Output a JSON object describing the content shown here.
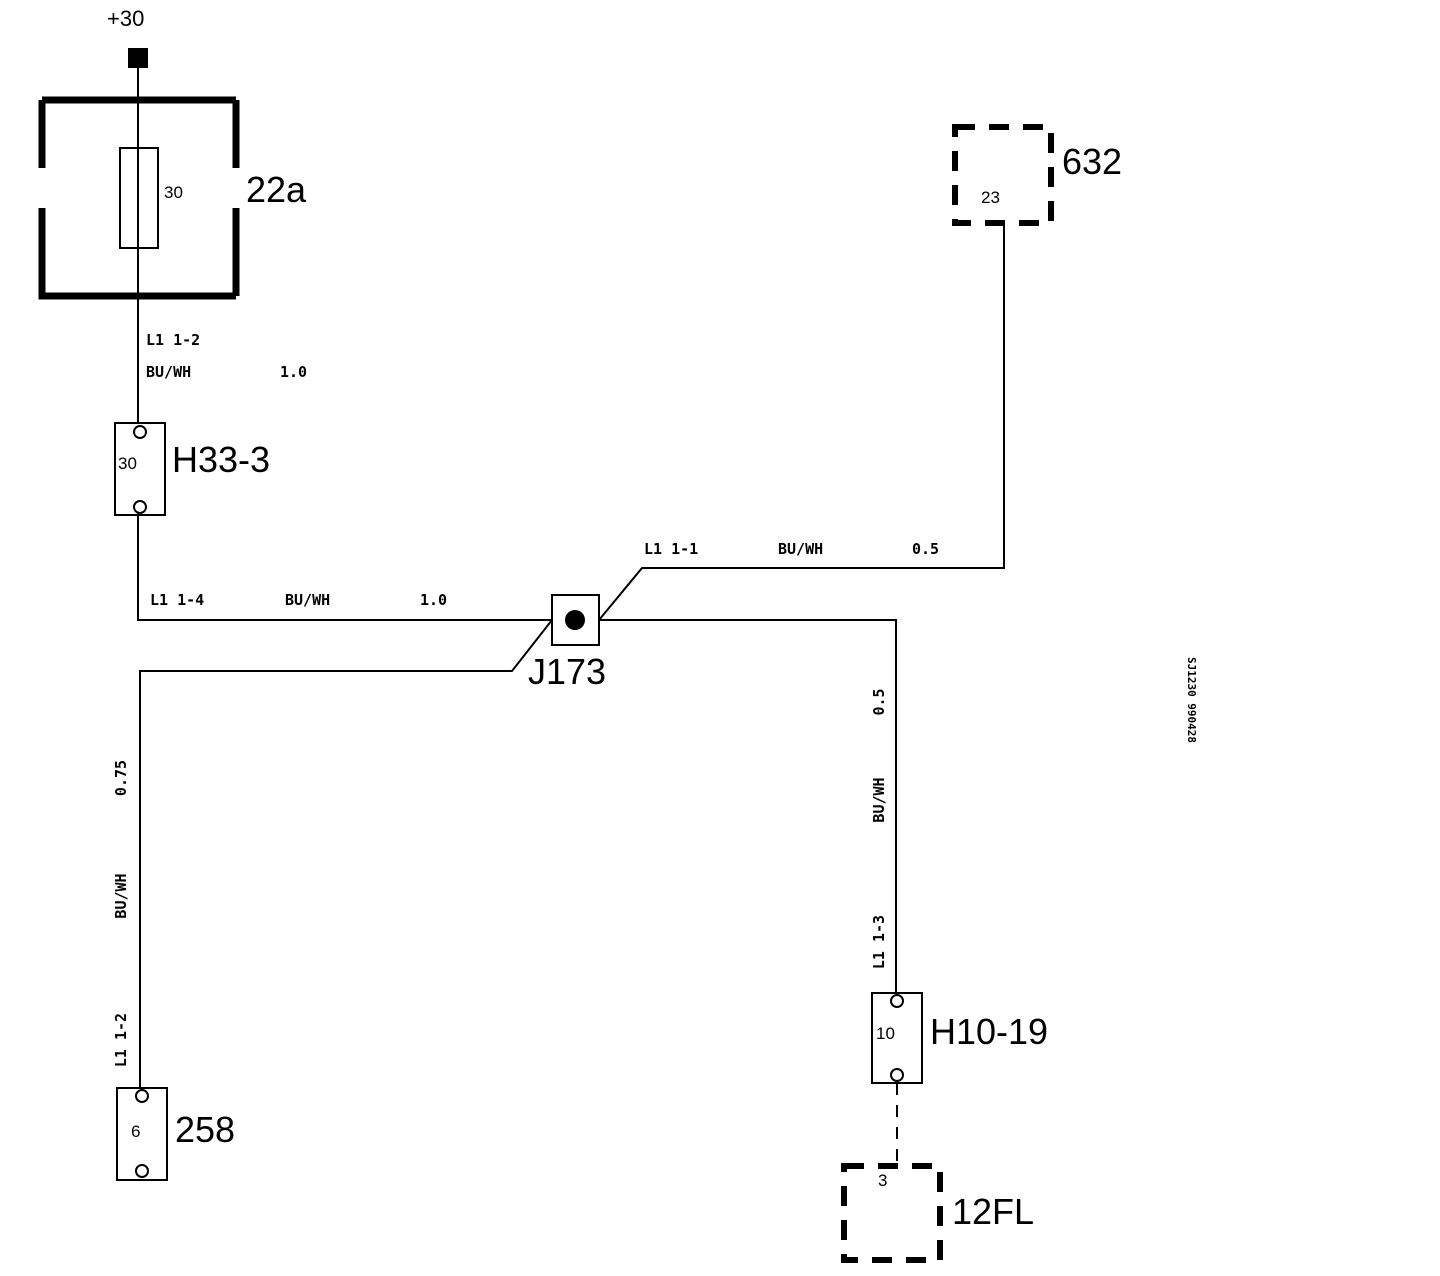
{
  "supply": {
    "label": "+30"
  },
  "fuse_box": {
    "label": "22a",
    "fuse_pin": "30"
  },
  "connectors": {
    "h33": {
      "label": "H33-3",
      "pin": "30"
    },
    "j173": {
      "label": "J173"
    },
    "c632": {
      "label": "632",
      "pin": "23"
    },
    "h10": {
      "label": "H10-19",
      "pin": "10"
    },
    "c258": {
      "label": "258",
      "pin": "6"
    },
    "c12fl": {
      "label": "12FL",
      "pin": "3"
    }
  },
  "wires": {
    "w1": {
      "circuit": "L1   1-2",
      "color": "BU/WH",
      "size": "1.0"
    },
    "w2": {
      "circuit": "L1   1-4",
      "color": "BU/WH",
      "size": "1.0"
    },
    "w3": {
      "circuit": "L1   1-1",
      "color": "BU/WH",
      "size": "0.5"
    },
    "w4": {
      "circuit": "L1  1-3",
      "color": "BU/WH",
      "size": "0.5"
    },
    "w5": {
      "circuit": "L1  1-2",
      "color": "BU/WH",
      "size": "0.75"
    }
  },
  "side_code": "SJ1230 990428",
  "colors": {
    "ink": "#000000",
    "paper": "#ffffff"
  }
}
